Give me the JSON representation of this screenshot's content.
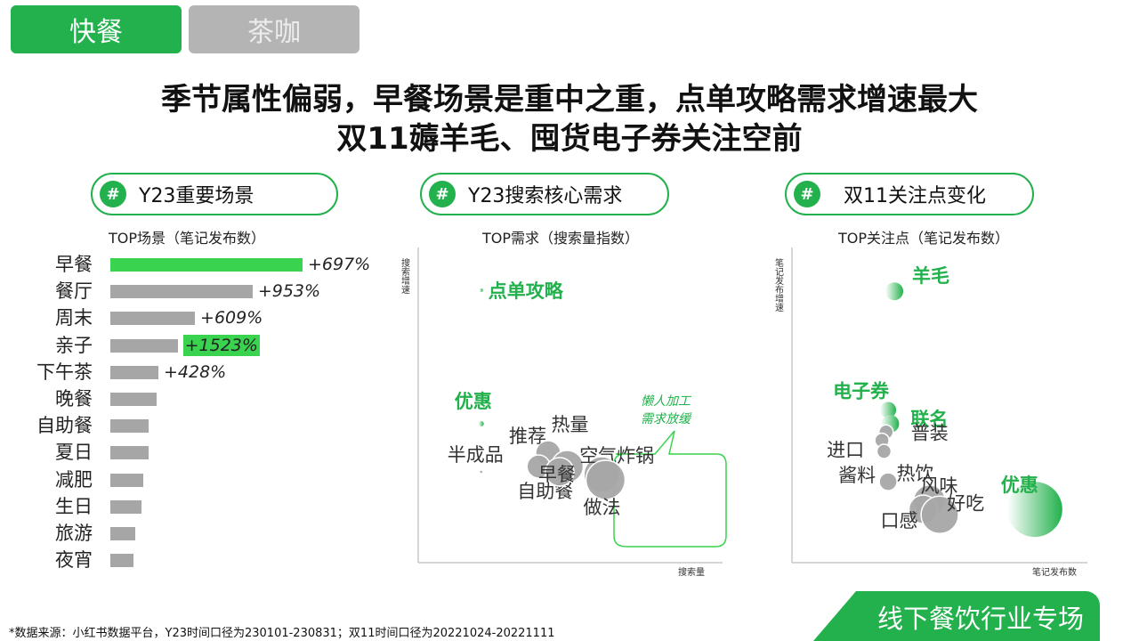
{
  "tabs": [
    {
      "label": "快餐",
      "active": true
    },
    {
      "label": "茶咖",
      "active": false
    }
  ],
  "headline": {
    "line1": "季节属性偏弱，早餐场景是重中之重，点单攻略需求增速最大",
    "line2": "双11薅羊毛、囤货电子券关注空前"
  },
  "colors": {
    "accent": "#22b14c",
    "bar_highlight": "#3ad34f",
    "bar_default": "#a6a6a6",
    "bubble": "#a6a6a6"
  },
  "panels": {
    "scenes": {
      "pill": "Y23重要场景",
      "subtitle": "TOP场景（笔记发布数）"
    },
    "demand": {
      "pill": "Y23搜索核心需求",
      "subtitle": "TOP需求（搜索量指数）",
      "ylabel": "搜索增速",
      "xlabel": "搜索量",
      "callout": [
        "懒人加工",
        "需求放缓"
      ]
    },
    "double11": {
      "pill": "双11关注点变化",
      "subtitle": "TOP关注点（笔记发布数）",
      "ylabel": "笔记发布增速",
      "xlabel": "笔记发布数"
    }
  },
  "chart_data": [
    {
      "type": "bar",
      "orientation": "horizontal",
      "categories": [
        "早餐",
        "餐厅",
        "周末",
        "亲子",
        "下午茶",
        "晚餐",
        "自助餐",
        "夏日",
        "减肥",
        "生日",
        "旅游",
        "夜宵"
      ],
      "values": [
        100,
        74,
        44,
        35,
        25,
        24,
        20,
        20,
        17,
        16,
        13,
        12
      ],
      "labels": [
        "+697%",
        "+953%",
        "+609%",
        "+1523%",
        "+428%",
        "",
        "",
        "",
        "",
        "",
        "",
        ""
      ],
      "highlight_bar": [
        true,
        false,
        false,
        false,
        false,
        false,
        false,
        false,
        false,
        false,
        false,
        false
      ],
      "highlight_label": [
        false,
        false,
        false,
        true,
        false,
        false,
        false,
        false,
        false,
        false,
        false,
        false
      ],
      "xlabel": "",
      "ylabel": ""
    },
    {
      "type": "scatter",
      "xlabel": "搜索量",
      "ylabel": "搜索增速",
      "points": [
        {
          "label": "点单攻略",
          "x": 5,
          "y": 88,
          "size": 2,
          "highlight": true
        },
        {
          "label": "优惠",
          "x": 5,
          "y": 38,
          "size": 3,
          "highlight": true
        },
        {
          "label": "半成品",
          "x": 5,
          "y": 20,
          "size": 1,
          "highlight": false
        },
        {
          "label": "推荐",
          "x": 40,
          "y": 27,
          "size": 14,
          "highlight": false
        },
        {
          "label": "热量",
          "x": 50,
          "y": 22,
          "size": 18,
          "highlight": false
        },
        {
          "label": "自助餐",
          "x": 35,
          "y": 22,
          "size": 13,
          "highlight": false
        },
        {
          "label": "早餐",
          "x": 46,
          "y": 20,
          "size": 16,
          "highlight": false
        },
        {
          "label": "空气炸锅",
          "x": 68,
          "y": 19,
          "size": 20,
          "highlight": false
        },
        {
          "label": "做法",
          "x": 70,
          "y": 17,
          "size": 22,
          "highlight": false
        }
      ]
    },
    {
      "type": "scatter",
      "xlabel": "笔记发布数",
      "ylabel": "笔记发布增速",
      "points": [
        {
          "label": "羊毛",
          "x": 22,
          "y": 88,
          "size": 10,
          "highlight": true
        },
        {
          "label": "电子券",
          "x": 19,
          "y": 45,
          "size": 9,
          "highlight": true
        },
        {
          "label": "联名",
          "x": 20,
          "y": 40,
          "size": 10,
          "highlight": true
        },
        {
          "label": "普装",
          "x": 18,
          "y": 37,
          "size": 8,
          "highlight": false
        },
        {
          "label": "进口",
          "x": 16,
          "y": 34,
          "size": 8,
          "highlight": false
        },
        {
          "label": "热饮",
          "x": 17,
          "y": 30,
          "size": 8,
          "highlight": false
        },
        {
          "label": "酱料",
          "x": 19,
          "y": 19,
          "size": 10,
          "highlight": false
        },
        {
          "label": "风味",
          "x": 39,
          "y": 12,
          "size": 18,
          "highlight": false
        },
        {
          "label": "口感",
          "x": 36,
          "y": 9,
          "size": 16,
          "highlight": false
        },
        {
          "label": "好吃",
          "x": 44,
          "y": 7,
          "size": 21,
          "highlight": false
        },
        {
          "label": "优惠",
          "x": 90,
          "y": 9,
          "size": 31,
          "highlight": true
        }
      ]
    }
  ],
  "footer": {
    "note": "*数据来源：小红书数据平台，Y23时间口径为230101-230831；双11时间口径为20221024-20221111",
    "banner": "线下餐饮行业专场"
  }
}
